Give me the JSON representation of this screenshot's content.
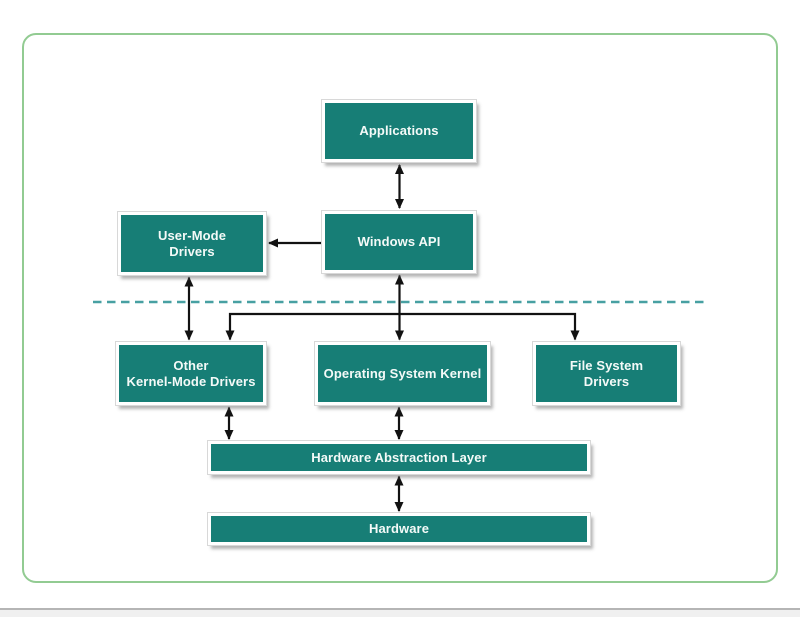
{
  "colors": {
    "box_fill": "#177E76",
    "box_text": "#F4FAF8",
    "frame_border": "#92CB92",
    "separator": "#47A0A2",
    "arrow": "#121212",
    "footer_line": "#B5B5B5",
    "footer_fill": "#F0F0F0"
  },
  "diagram": {
    "type": "block-diagram",
    "nodes": [
      {
        "id": "applications",
        "label": "Applications"
      },
      {
        "id": "windows-api",
        "label": "Windows API"
      },
      {
        "id": "user-mode-drivers",
        "label": "User-Mode\nDrivers"
      },
      {
        "id": "other-kernel-mode-drivers",
        "label": "Other\nKernel-Mode Drivers"
      },
      {
        "id": "operating-system-kernel",
        "label": "Operating System Kernel"
      },
      {
        "id": "file-system-drivers",
        "label": "File System\nDrivers"
      },
      {
        "id": "hardware-abstraction-layer",
        "label": "Hardware Abstraction Layer"
      },
      {
        "id": "hardware",
        "label": "Hardware"
      }
    ],
    "edges": [
      {
        "from": "applications",
        "to": "windows-api",
        "type": "bidirectional"
      },
      {
        "from": "windows-api",
        "to": "user-mode-drivers",
        "type": "directional"
      },
      {
        "from": "user-mode-drivers",
        "to": "other-kernel-mode-drivers",
        "type": "bidirectional"
      },
      {
        "from": "windows-api",
        "to": "operating-system-kernel",
        "type": "bidirectional"
      },
      {
        "from": "windows-api",
        "to": "other-kernel-mode-drivers",
        "type": "directional"
      },
      {
        "from": "windows-api",
        "to": "file-system-drivers",
        "type": "directional"
      },
      {
        "from": "other-kernel-mode-drivers",
        "to": "hardware-abstraction-layer",
        "type": "bidirectional"
      },
      {
        "from": "operating-system-kernel",
        "to": "hardware-abstraction-layer",
        "type": "bidirectional"
      },
      {
        "from": "hardware-abstraction-layer",
        "to": "hardware",
        "type": "bidirectional"
      }
    ],
    "separator": {
      "style": "dashed",
      "meaning": "user-mode / kernel-mode boundary"
    }
  }
}
